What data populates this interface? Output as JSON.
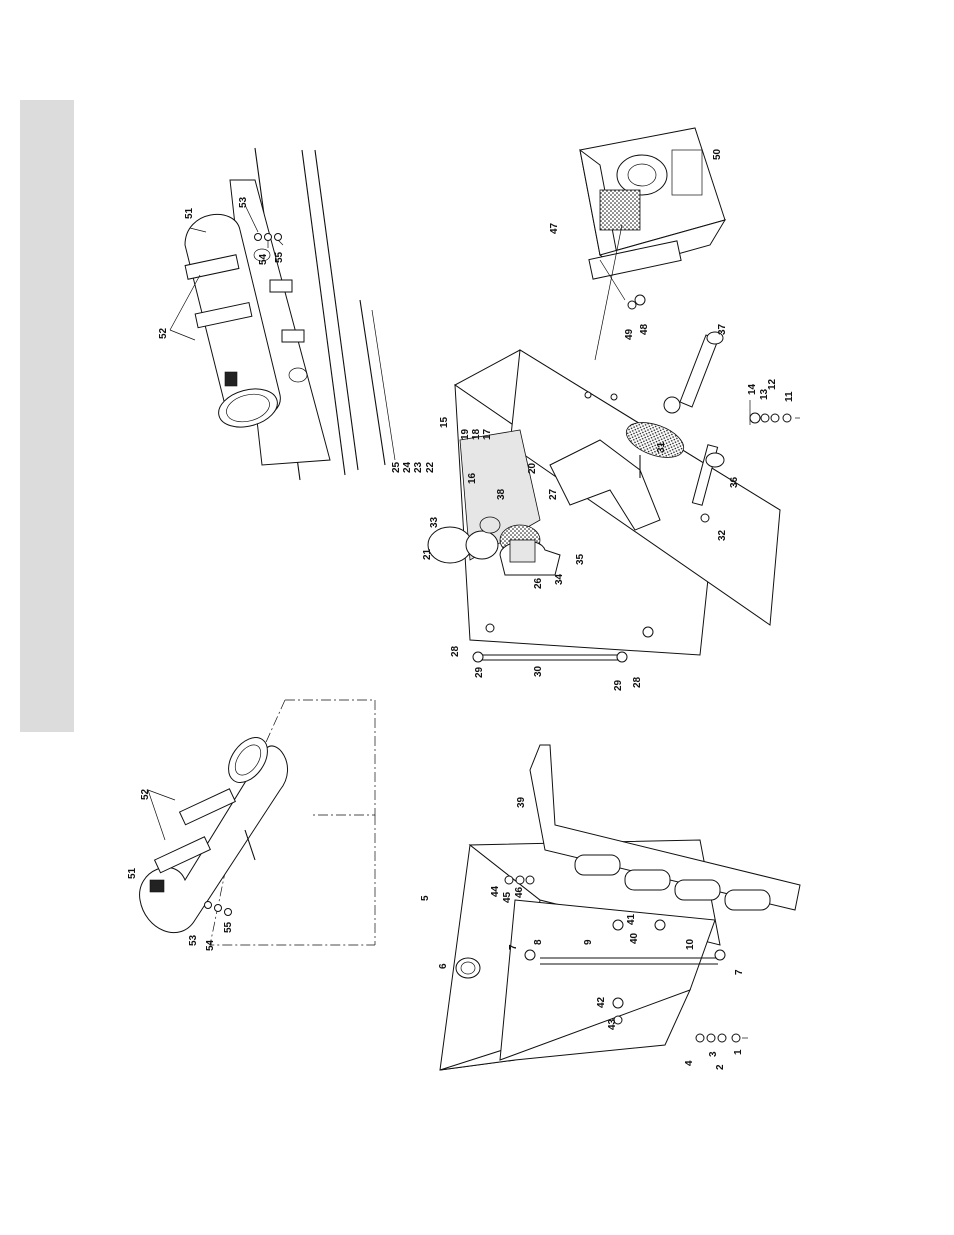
{
  "figure": {
    "callouts": {
      "c51a": "51",
      "c53a": "53",
      "c54a": "54",
      "c55a": "55",
      "c52a": "52",
      "c52b": "52",
      "c51b": "51",
      "c53b": "53",
      "c54b": "54",
      "c55b": "55",
      "c47": "47",
      "c50": "50",
      "c48": "48",
      "c49": "49",
      "c37": "37",
      "c14": "14",
      "c13": "13",
      "c12": "12",
      "c11": "11",
      "c15": "15",
      "c19": "19",
      "c18": "18",
      "c17": "17",
      "c25": "25",
      "c24": "24",
      "c23": "23",
      "c22": "22",
      "c16": "16",
      "c20": "20",
      "c27": "27",
      "c33": "33",
      "c21": "21",
      "c38": "38",
      "c26": "26",
      "c34": "34",
      "c35": "35",
      "c31": "31",
      "c36": "36",
      "c32": "32",
      "c28a": "28",
      "c29a": "29",
      "c30": "30",
      "c29b": "29",
      "c28b": "28",
      "c39": "39",
      "c5": "5",
      "c44": "44",
      "c45": "45",
      "c46": "46",
      "c6": "6",
      "c7a": "7",
      "c8": "8",
      "c9": "9",
      "c41": "41",
      "c40": "40",
      "c10": "10",
      "c42": "42",
      "c43": "43",
      "c7b": "7",
      "c4": "4",
      "c3": "3",
      "c2": "2",
      "c1": "1"
    }
  }
}
